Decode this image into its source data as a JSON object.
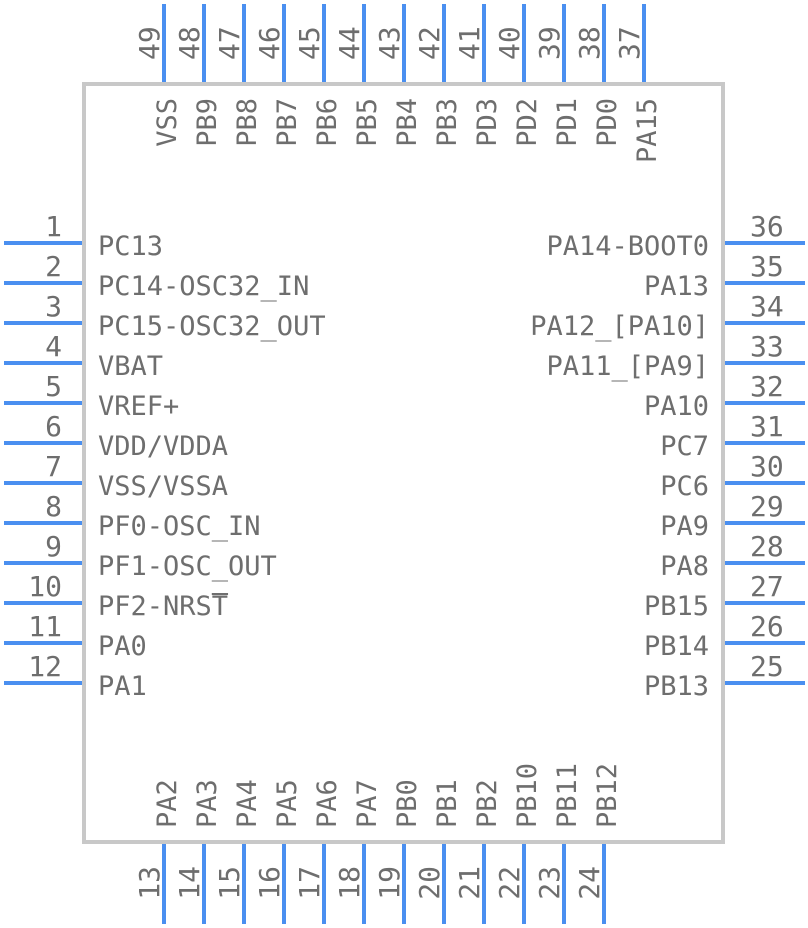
{
  "colors": {
    "pin": "#4a8ff0",
    "outline": "#c8c8c8",
    "text": "#6e6e6e"
  },
  "left_pins": [
    {
      "number": "1",
      "name": "PC13"
    },
    {
      "number": "2",
      "name": "PC14-OSC32_IN"
    },
    {
      "number": "3",
      "name": "PC15-OSC32_OUT"
    },
    {
      "number": "4",
      "name": "VBAT"
    },
    {
      "number": "5",
      "name": "VREF+"
    },
    {
      "number": "6",
      "name": "VDD/VDDA"
    },
    {
      "number": "7",
      "name": "VSS/VSSA"
    },
    {
      "number": "8",
      "name": "PF0-OSC_IN"
    },
    {
      "number": "9",
      "name": "PF1-OSC_OUT"
    },
    {
      "number": "10",
      "name": "PF2-NRST"
    },
    {
      "number": "11",
      "name": "PA0"
    },
    {
      "number": "12",
      "name": "PA1"
    }
  ],
  "right_pins": [
    {
      "number": "36",
      "name": "PA14-BOOT0"
    },
    {
      "number": "35",
      "name": "PA13"
    },
    {
      "number": "34",
      "name": "PA12_[PA10]"
    },
    {
      "number": "33",
      "name": "PA11_[PA9]"
    },
    {
      "number": "32",
      "name": "PA10"
    },
    {
      "number": "31",
      "name": "PC7"
    },
    {
      "number": "30",
      "name": "PC6"
    },
    {
      "number": "29",
      "name": "PA9"
    },
    {
      "number": "28",
      "name": "PA8"
    },
    {
      "number": "27",
      "name": "PB15"
    },
    {
      "number": "26",
      "name": "PB14"
    },
    {
      "number": "25",
      "name": "PB13"
    }
  ],
  "top_pins": [
    {
      "number": "49",
      "name": "VSS"
    },
    {
      "number": "48",
      "name": "PB9"
    },
    {
      "number": "47",
      "name": "PB8"
    },
    {
      "number": "46",
      "name": "PB7"
    },
    {
      "number": "45",
      "name": "PB6"
    },
    {
      "number": "44",
      "name": "PB5"
    },
    {
      "number": "43",
      "name": "PB4"
    },
    {
      "number": "42",
      "name": "PB3"
    },
    {
      "number": "41",
      "name": "PD3"
    },
    {
      "number": "40",
      "name": "PD2"
    },
    {
      "number": "39",
      "name": "PD1"
    },
    {
      "number": "38",
      "name": "PD0"
    },
    {
      "number": "37",
      "name": "PA15"
    }
  ],
  "bottom_pins": [
    {
      "number": "13",
      "name": "PA2"
    },
    {
      "number": "14",
      "name": "PA3"
    },
    {
      "number": "15",
      "name": "PA4"
    },
    {
      "number": "16",
      "name": "PA5"
    },
    {
      "number": "17",
      "name": "PA6"
    },
    {
      "number": "18",
      "name": "PA7"
    },
    {
      "number": "19",
      "name": "PB0"
    },
    {
      "number": "20",
      "name": "PB1"
    },
    {
      "number": "21",
      "name": "PB2"
    },
    {
      "number": "22",
      "name": "PB10"
    },
    {
      "number": "23",
      "name": "PB11"
    },
    {
      "number": "24",
      "name": "PB12"
    }
  ]
}
